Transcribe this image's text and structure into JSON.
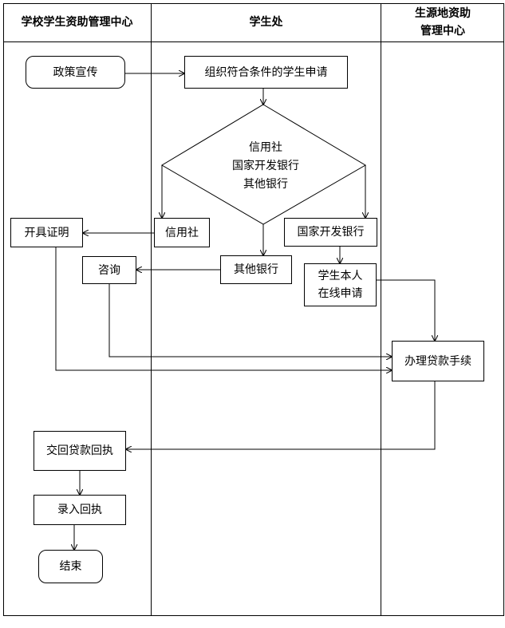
{
  "lanes": {
    "school": "学校学生资助管理中心",
    "student_office": "学生处",
    "origin_line1": "生源地资助",
    "origin_line2": "管理中心"
  },
  "nodes": {
    "policy": "政策宣传",
    "organize": "组织符合条件的学生申请",
    "diamond_line1": "信用社",
    "diamond_line2": "国家开发银行",
    "diamond_line3": "其他银行",
    "credit_union": "信用社",
    "cdb": "国家开发银行",
    "other_bank": "其他银行",
    "certificate": "开具证明",
    "consult": "咨询",
    "online_line1": "学生本人",
    "online_line2": "在线申请",
    "loan_process": "办理贷款手续",
    "return_receipt": "交回贷款回执",
    "record_receipt": "录入回执",
    "end": "结束"
  }
}
